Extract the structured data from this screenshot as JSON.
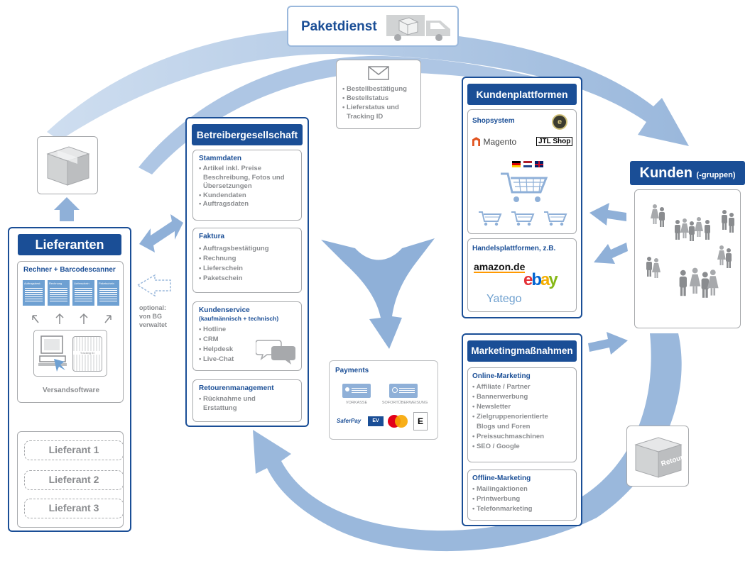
{
  "colors": {
    "brand_blue": "#1a4e96",
    "arrow_blue": "#9ab8dc",
    "gray": "#8a8c8f",
    "border_gray": "#a7a9ac"
  },
  "paketdienst": {
    "label": "Paketdienst"
  },
  "notification": {
    "items": [
      "• Bestellbestätigung",
      "• Bestellstatus",
      "• Lieferstatus und",
      "Tracking ID"
    ]
  },
  "lieferanten": {
    "title": "Lieferanten",
    "rechner_title": "Rechner + Barcodescanner",
    "docs": [
      "Auftragsbest.",
      "Rechnung",
      "Lieferschein",
      "Paketschein"
    ],
    "tracking_label": "Tracking ID",
    "software_label": "Versandsoftware",
    "suppliers": [
      "Lieferant 1",
      "Lieferant 2",
      "Lieferant 3"
    ]
  },
  "optional_note": [
    "optional:",
    "von BG",
    "verwaltet"
  ],
  "betreiber": {
    "title": "Betreibergesellschaft",
    "stammdaten": {
      "title": "Stammdaten",
      "items": [
        "• Artikel inkl. Preise",
        "Beschreibung, Fotos und",
        "Übersetzungen",
        "• Kundendaten",
        "• Auftragsdaten"
      ]
    },
    "faktura": {
      "title": "Faktura",
      "items": [
        "• Auftragsbestätigung",
        "• Rechnung",
        "• Lieferschein",
        "• Paketschein"
      ]
    },
    "kundenservice": {
      "title": "Kundenservice",
      "subtitle": "(kaufmännisch + technisch)",
      "items": [
        "• Hotline",
        "• CRM",
        "• Helpdesk",
        "• Live-Chat"
      ]
    },
    "retouren": {
      "title": "Retourenmanagement",
      "items": [
        "• Rücknahme und",
        "Erstattung"
      ]
    }
  },
  "payments": {
    "title": "Payments",
    "methods": [
      "VORKASSE",
      "SOFORTÜBERWEISUNG"
    ],
    "logos": [
      "SaferPay",
      "EV",
      "Mastercard",
      "E"
    ]
  },
  "kundenplattformen": {
    "title": "Kundenplattformen",
    "shopsystem": {
      "title": "Shopsystem",
      "logos": [
        "Magento",
        "JTL Shop"
      ]
    },
    "handel": {
      "title": "Handelsplattformen, z.B.",
      "logos": [
        "amazon.de",
        "ebay",
        "Yatego"
      ]
    }
  },
  "marketing": {
    "title": "Marketingmaßnahmen",
    "online": {
      "title": "Online-Marketing",
      "items": [
        "• Affiliate / Partner",
        "• Bannerwerbung",
        "• Newsletter",
        "• Zielgruppenorientierte",
        "Blogs und Foren",
        "• Preissuchmaschinen",
        "• SEO / Google"
      ]
    },
    "offline": {
      "title": "Offline-Marketing",
      "items": [
        "• Mailingaktionen",
        "• Printwerbung",
        "• Telefonmarketing"
      ]
    }
  },
  "kunden": {
    "title": "Kunden",
    "suffix": "(-gruppen)"
  },
  "retoure": {
    "label": "Retoure"
  }
}
